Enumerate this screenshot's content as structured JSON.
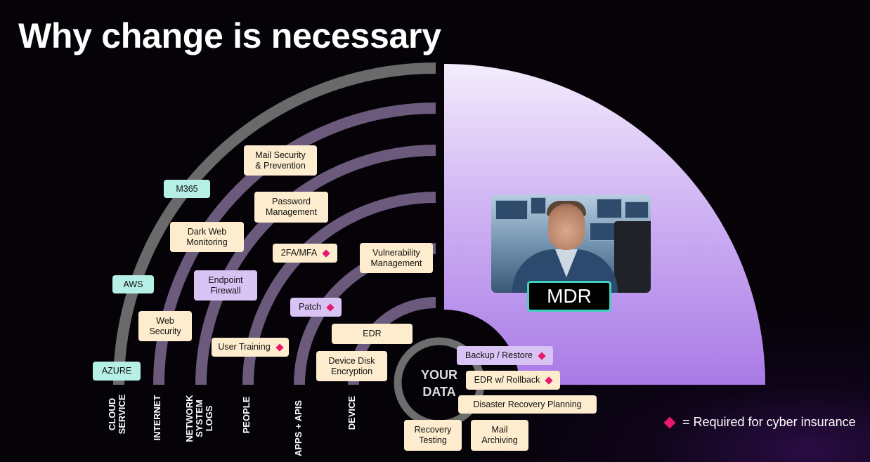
{
  "title": "Why change is necessary",
  "colors": {
    "background": "#050208",
    "outer_ring": "#6a6a6a",
    "inner_rings": "#6b5a7c",
    "quarter_gradient_top": "#f3ecfc",
    "quarter_gradient_bottom": "#a97ae6",
    "cream_box": "#fdeccd",
    "lavender_box": "#d9c3f5",
    "teal_box": "#b6efe5",
    "required_marker": "#e8176f",
    "mdr_border": "#3fd4c0"
  },
  "ring_labels": [
    {
      "id": "cloud-service",
      "text": "CLOUD\nSERVICE"
    },
    {
      "id": "internet",
      "text": "INTERNET"
    },
    {
      "id": "network-system-logs",
      "text": "NETWORK\nSYSTEM\nLOGS"
    },
    {
      "id": "people",
      "text": "PEOPLE"
    },
    {
      "id": "apps-apis",
      "text": "APPS + APIS"
    },
    {
      "id": "device",
      "text": "DEVICE"
    }
  ],
  "boxes": [
    {
      "id": "mail-security",
      "text": "Mail Security\n& Prevention",
      "style": "cream",
      "required": false
    },
    {
      "id": "m365",
      "text": "M365",
      "style": "teal",
      "required": false
    },
    {
      "id": "password-management",
      "text": "Password\nManagement",
      "style": "cream",
      "required": false
    },
    {
      "id": "dark-web-monitoring",
      "text": "Dark Web\nMonitoring",
      "style": "cream",
      "required": false
    },
    {
      "id": "2fa-mfa",
      "text": "2FA/MFA",
      "style": "cream",
      "required": true
    },
    {
      "id": "vulnerability-management",
      "text": "Vulnerability\nManagement",
      "style": "cream",
      "required": false
    },
    {
      "id": "endpoint-firewall",
      "text": "Endpoint\nFirewall",
      "style": "lav",
      "required": false
    },
    {
      "id": "aws",
      "text": "AWS",
      "style": "teal",
      "required": false
    },
    {
      "id": "patch",
      "text": "Patch",
      "style": "lav",
      "required": true
    },
    {
      "id": "web-security",
      "text": "Web\nSecurity",
      "style": "cream",
      "required": false
    },
    {
      "id": "edr",
      "text": "EDR",
      "style": "cream",
      "required": false
    },
    {
      "id": "user-training",
      "text": "User Training",
      "style": "cream",
      "required": true
    },
    {
      "id": "backup-restore",
      "text": "Backup / Restore",
      "style": "lav",
      "required": true
    },
    {
      "id": "device-disk-encryption",
      "text": "Device Disk\nEncryption",
      "style": "cream",
      "required": false
    },
    {
      "id": "azure",
      "text": "AZURE",
      "style": "teal",
      "required": false
    },
    {
      "id": "edr-rollback",
      "text": "EDR w/ Rollback",
      "style": "cream",
      "required": true
    },
    {
      "id": "disaster-recovery-planning",
      "text": "Disaster Recovery Planning",
      "style": "cream",
      "required": false
    },
    {
      "id": "recovery-testing",
      "text": "Recovery\nTesting",
      "style": "cream",
      "required": false
    },
    {
      "id": "mail-archiving",
      "text": "Mail\nArchiving",
      "style": "cream",
      "required": false
    }
  ],
  "center_label": "YOUR\nDATA",
  "mdr_label": "MDR",
  "legend_text": "= Required for cyber insurance"
}
